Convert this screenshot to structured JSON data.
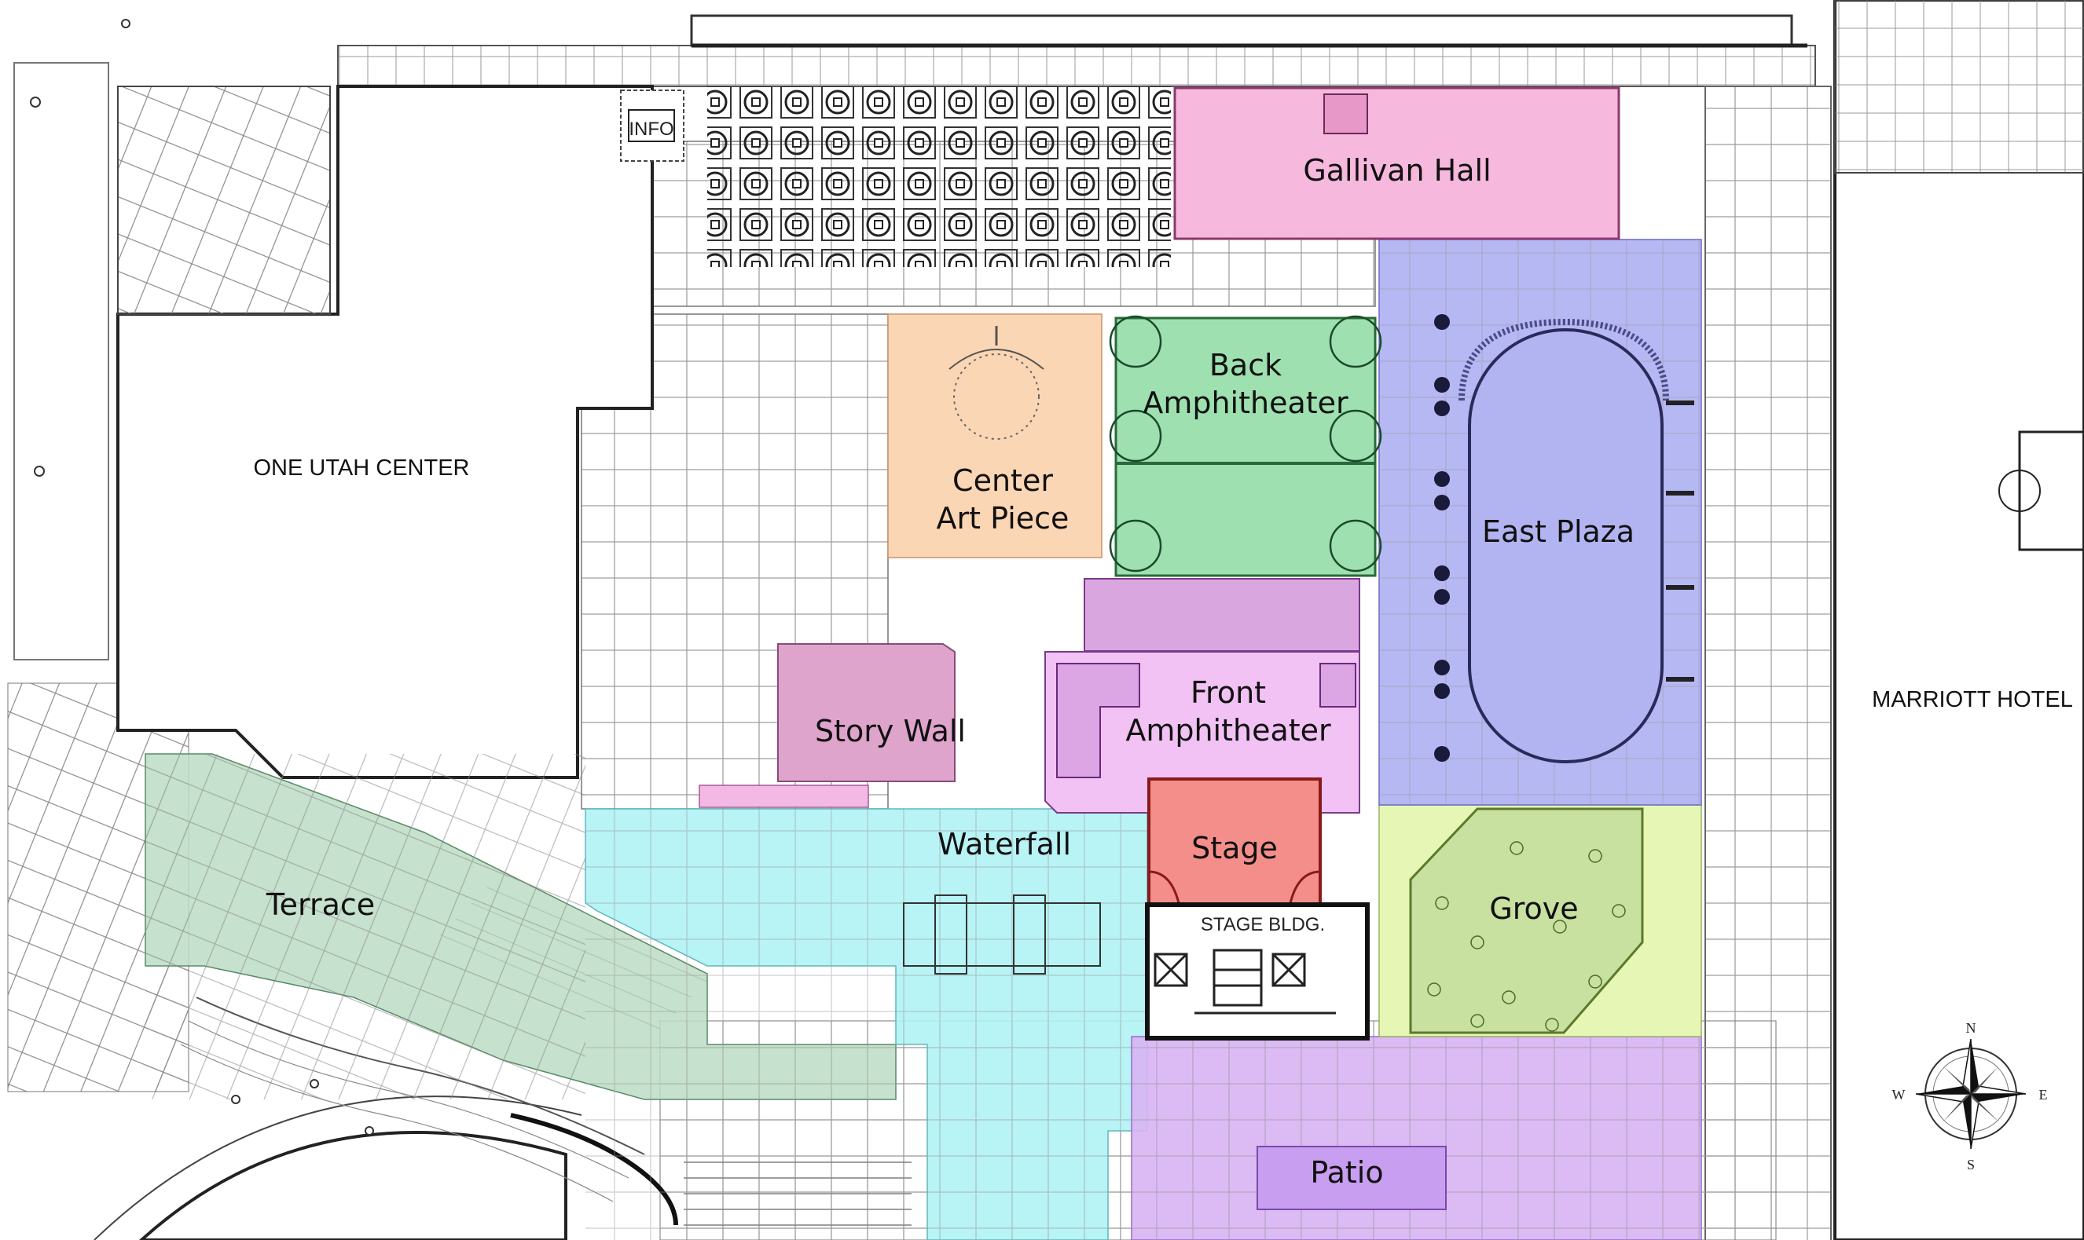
{
  "map": {
    "zones": {
      "gallivan_hall": "Gallivan Hall",
      "back_amphitheater_1": "Back",
      "back_amphitheater_2": "Amphitheater",
      "center_art_1": "Center",
      "center_art_2": "Art Piece",
      "east_plaza": "East Plaza",
      "story_wall": "Story Wall",
      "front_amphitheater_1": "Front",
      "front_amphitheater_2": "Amphitheater",
      "waterfall": "Waterfall",
      "stage": "Stage",
      "grove": "Grove",
      "terrace": "Terrace",
      "patio": "Patio"
    },
    "buildings": {
      "one_utah": "ONE UTAH CENTER",
      "marriott": "MARRIOTT HOTEL",
      "info": "INFO",
      "stage_bldg": "STAGE BLDG."
    },
    "compass": {
      "n": "N",
      "s": "S",
      "e": "E",
      "w": "W"
    },
    "colors": {
      "gallivan": "#f6b8dc",
      "back_amph": "#9ee0b0",
      "center_art": "#fbd6b4",
      "east_plaza": "#b6b8f4",
      "story_wall": "#dea4cc",
      "front_amph_top": "#d9a6e0",
      "front_amph": "#f1c2f3",
      "waterfall": "#b0f2f4",
      "stage": "#f48e8a",
      "grove": "#c8e0a0",
      "grove_light": "#e6f7b5",
      "terrace": "#bcdcc4",
      "patio": "#d8b4f4"
    }
  }
}
